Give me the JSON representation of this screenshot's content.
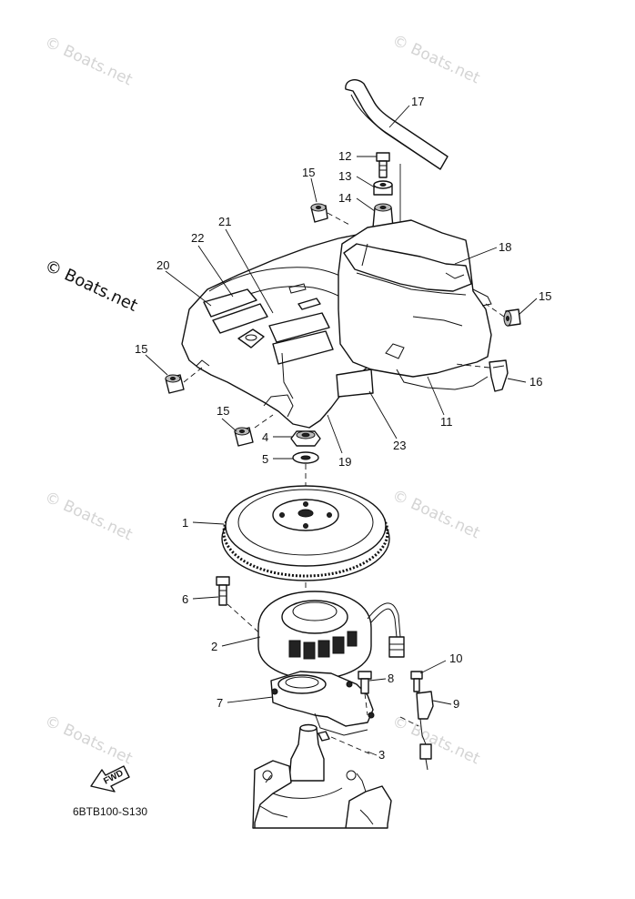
{
  "watermark_text": "© Boats.net",
  "diagram_code": "6BTB100-S130",
  "fwd_label": "FWD",
  "callouts": {
    "c1": "1",
    "c2": "2",
    "c3": "3",
    "c4": "4",
    "c5": "5",
    "c6": "6",
    "c7": "7",
    "c8": "8",
    "c9": "9",
    "c10": "10",
    "c11": "11",
    "c12": "12",
    "c13": "13",
    "c14": "14",
    "c15a": "15",
    "c15b": "15",
    "c15c": "15",
    "c15d": "15",
    "c16": "16",
    "c17": "17",
    "c18": "18",
    "c19": "19",
    "c20": "20",
    "c21": "21",
    "c22": "22",
    "c23": "23"
  }
}
